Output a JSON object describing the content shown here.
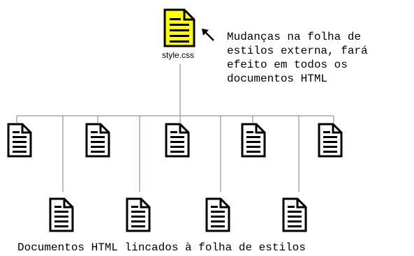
{
  "stylesheet": {
    "filename": "style.css",
    "icon": "stylesheet-file-icon",
    "color": "#ffff00"
  },
  "annotation": {
    "lines": [
      "Mudanças na folha de",
      "estilos externa, fará",
      "efeito em todos os",
      "documentos HTML"
    ]
  },
  "documents": {
    "icon": "html-document-icon",
    "count": 9
  },
  "caption": "Documentos HTML lincados à folha de estilos",
  "colors": {
    "connector": "#a8a8a8",
    "document_fill": "#ffffff",
    "outline": "#000000"
  }
}
